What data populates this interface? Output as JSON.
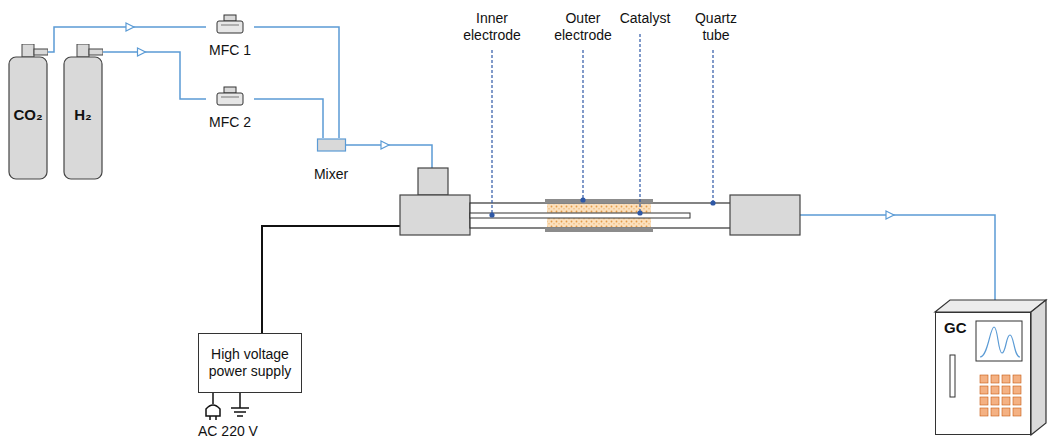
{
  "diagram": {
    "nodes": [
      {
        "text": [
          "CO₂"
        ]
      },
      {
        "text": [
          "H₂"
        ]
      },
      {
        "text": [
          "MFC 1"
        ]
      },
      {
        "text": [
          "MFC 2"
        ]
      },
      {
        "text": [
          "Mixer"
        ]
      },
      {
        "text": [
          "High voltage power supply"
        ]
      },
      {
        "text": [
          "GC"
        ]
      }
    ],
    "edges": [
      {
        "from": 0,
        "to": 2,
        "arrow": "to"
      },
      {
        "from": 1,
        "to": 3,
        "arrow": "to"
      },
      {
        "from": 2,
        "to": 4,
        "arrow": "none"
      },
      {
        "from": 3,
        "to": 4,
        "arrow": "none"
      }
    ],
    "labels": [
      "Inner electrode",
      "Outer electrode",
      "Catalyst",
      "Quartz tube",
      "AC 220 V"
    ]
  }
}
